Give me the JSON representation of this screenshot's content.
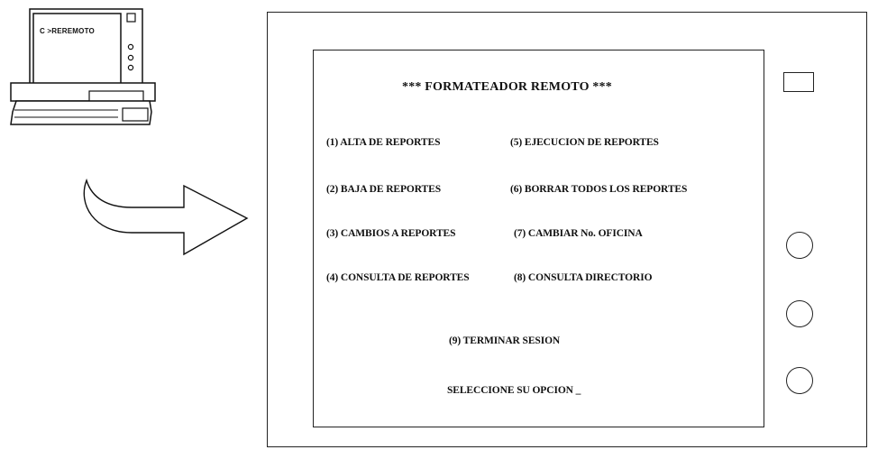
{
  "computer": {
    "prompt": "C >REREMOTO"
  },
  "screen": {
    "title": "*** FORMATEADOR REMOTO ***",
    "options": [
      "(1) ALTA DE REPORTES",
      "(2) BAJA DE REPORTES",
      "(3) CAMBIOS A REPORTES",
      "(4) CONSULTA DE REPORTES",
      "(5) EJECUCION DE REPORTES",
      "(6) BORRAR  TODOS LOS REPORTES",
      "(7) CAMBIAR No. OFICINA",
      "(8) CONSULTA DIRECTORIO"
    ],
    "exit_option": "(9) TERMINAR SESION",
    "input_prompt": "SELECCIONE SU OPCION _"
  }
}
